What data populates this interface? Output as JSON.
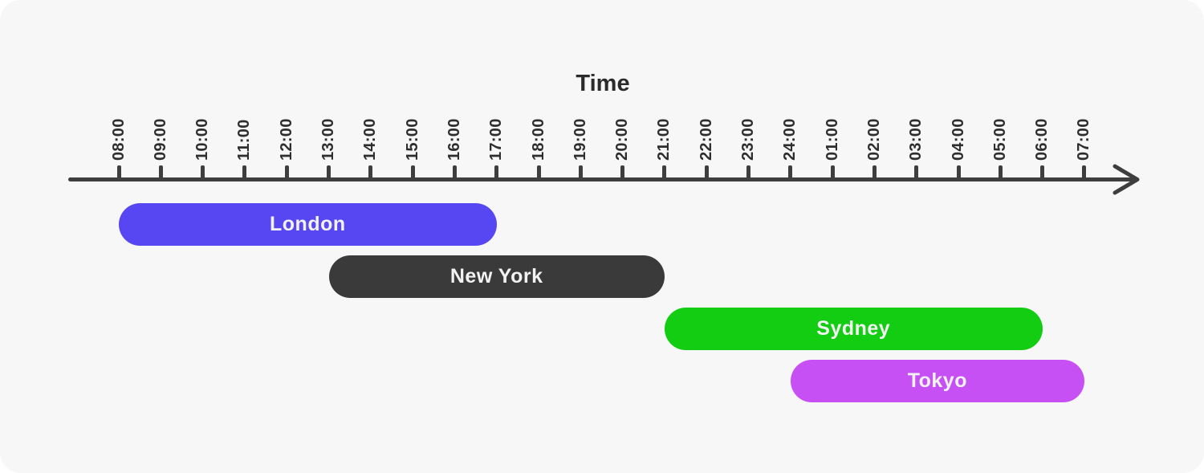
{
  "page": {
    "canvas_background": "#f7f7f8"
  },
  "chart_data": {
    "type": "bar",
    "subtype": "horizontal-timeline",
    "title": "Time",
    "xlabel": "Time",
    "x_tick_labels": [
      "08:00",
      "09:00",
      "10:00",
      "11:00",
      "12:00",
      "13:00",
      "14:00",
      "15:00",
      "16:00",
      "17:00",
      "18:00",
      "19:00",
      "20:00",
      "21:00",
      "22:00",
      "23:00",
      "24:00",
      "01:00",
      "02:00",
      "03:00",
      "04:00",
      "05:00",
      "06:00",
      "07:00"
    ],
    "axis": {
      "color": "#3e3e3e",
      "arrow": "right",
      "tick_label_rotation_deg": -90
    },
    "bars": [
      {
        "label": "London",
        "start": "08:00",
        "end": "17:00",
        "color": "#5747f2",
        "text_color": "#f2f2f2"
      },
      {
        "label": "New York",
        "start": "13:00",
        "end": "21:00",
        "color": "#3a3a3a",
        "text_color": "#f2f2f2"
      },
      {
        "label": "Sydney",
        "start": "21:00",
        "end": "06:00",
        "color": "#12cd12",
        "text_color": "#f2f2f2"
      },
      {
        "label": "Tokyo",
        "start": "24:00",
        "end": "07:00",
        "color": "#c650f3",
        "text_color": "#f2f2f2"
      }
    ]
  }
}
